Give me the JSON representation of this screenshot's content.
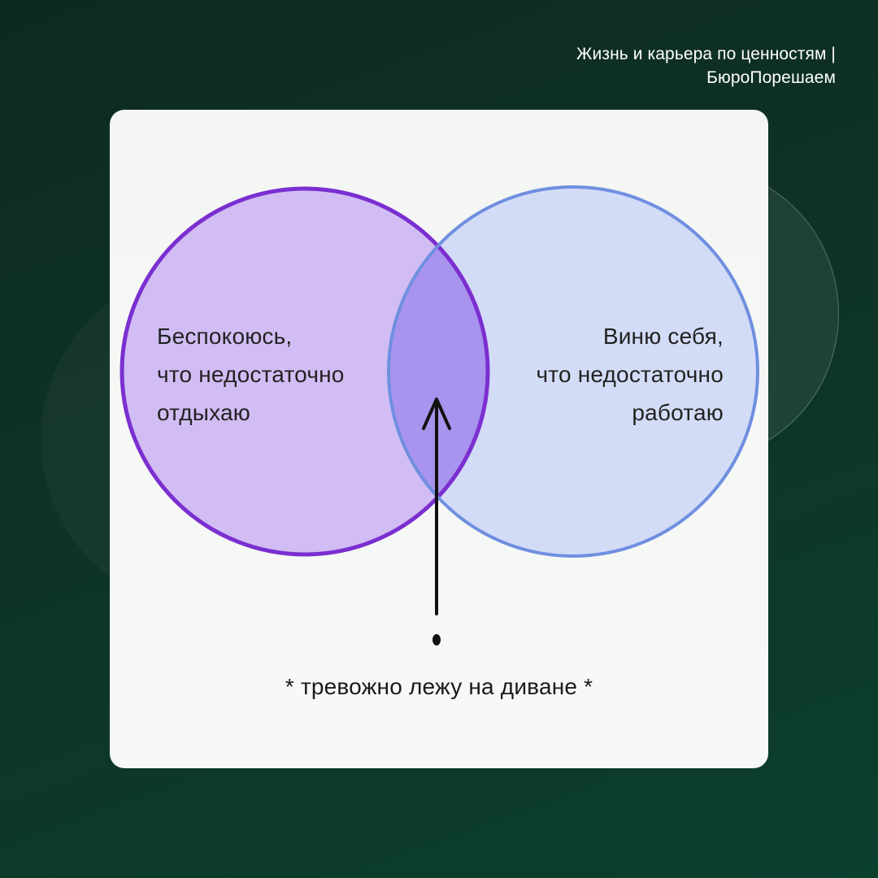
{
  "header": {
    "line1": "Жизнь и карьера по ценностям |",
    "line2": "БюроПорешаем"
  },
  "diagram": {
    "left_circle": {
      "lines": [
        "Беспокоюсь,",
        "что недостаточно",
        "отдыхаю"
      ],
      "fill": "#d1bdf3",
      "stroke": "#7b2fd0"
    },
    "right_circle": {
      "lines": [
        "Виню себя,",
        "что недостаточно",
        "работаю"
      ],
      "fill": "#d3dcf6",
      "stroke": "#6f8fe0"
    },
    "intersection_fill": "#a893ee",
    "caption": "* тревожно лежу на диване *"
  }
}
